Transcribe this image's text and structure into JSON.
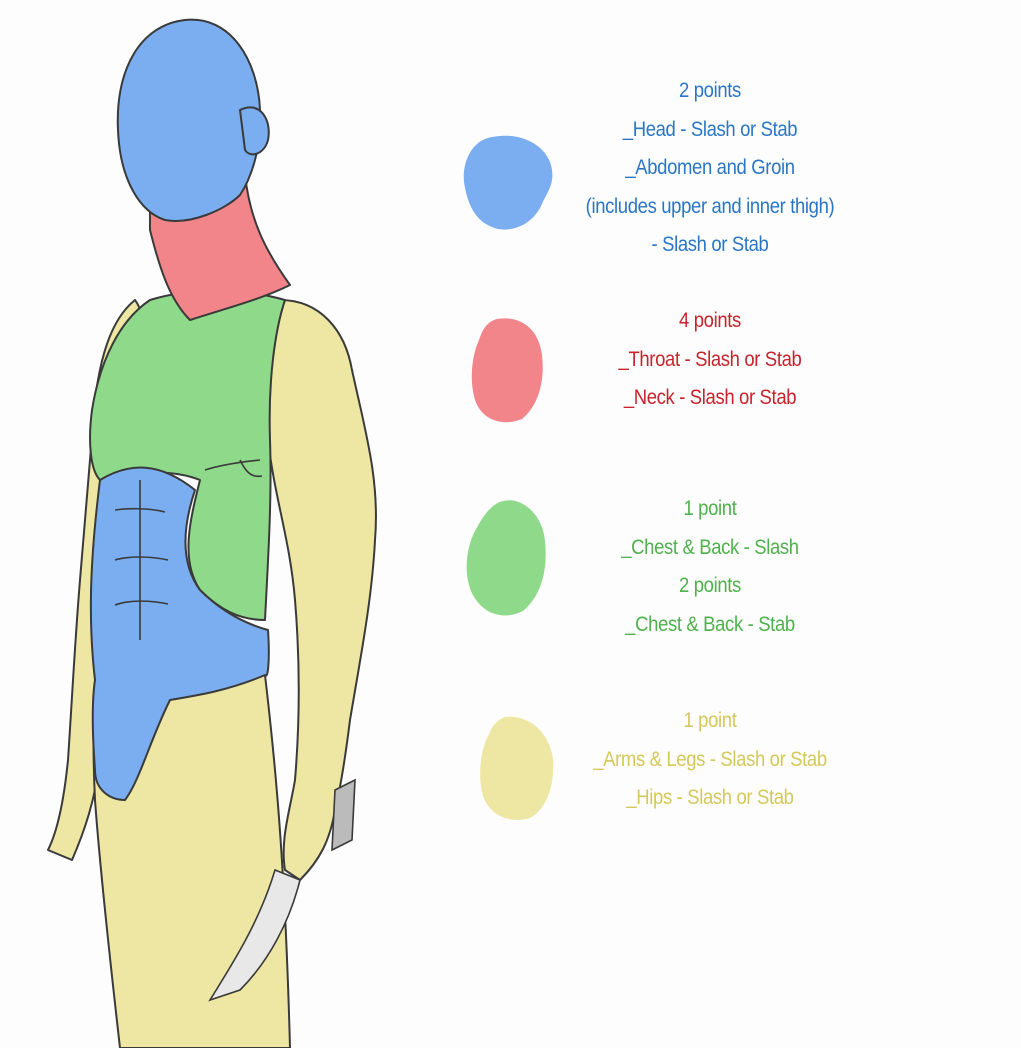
{
  "colors": {
    "blue": "#7aaef0",
    "red": "#f2858a",
    "green": "#8fd98a",
    "yellow": "#ede7a3",
    "blue_text": "#2a76c6",
    "red_text": "#c8232c",
    "green_text": "#4eb14c",
    "yellow_text": "#d4c85a",
    "outline": "#3a3a3a"
  },
  "legend": [
    {
      "zone": "blue",
      "lines": [
        "2 points",
        "_Head - Slash or Stab",
        "_Abdomen and Groin",
        "(includes upper and inner thigh)",
        "- Slash or Stab"
      ]
    },
    {
      "zone": "red",
      "lines": [
        "4 points",
        "_Throat - Slash or Stab",
        "_Neck - Slash or Stab"
      ]
    },
    {
      "zone": "green",
      "lines": [
        "1 point",
        "_Chest & Back - Slash",
        "2 points",
        "_Chest & Back - Stab"
      ]
    },
    {
      "zone": "yellow",
      "lines": [
        "1 point",
        "_Arms & Legs - Slash or Stab",
        "_Hips - Slash or Stab"
      ]
    }
  ]
}
